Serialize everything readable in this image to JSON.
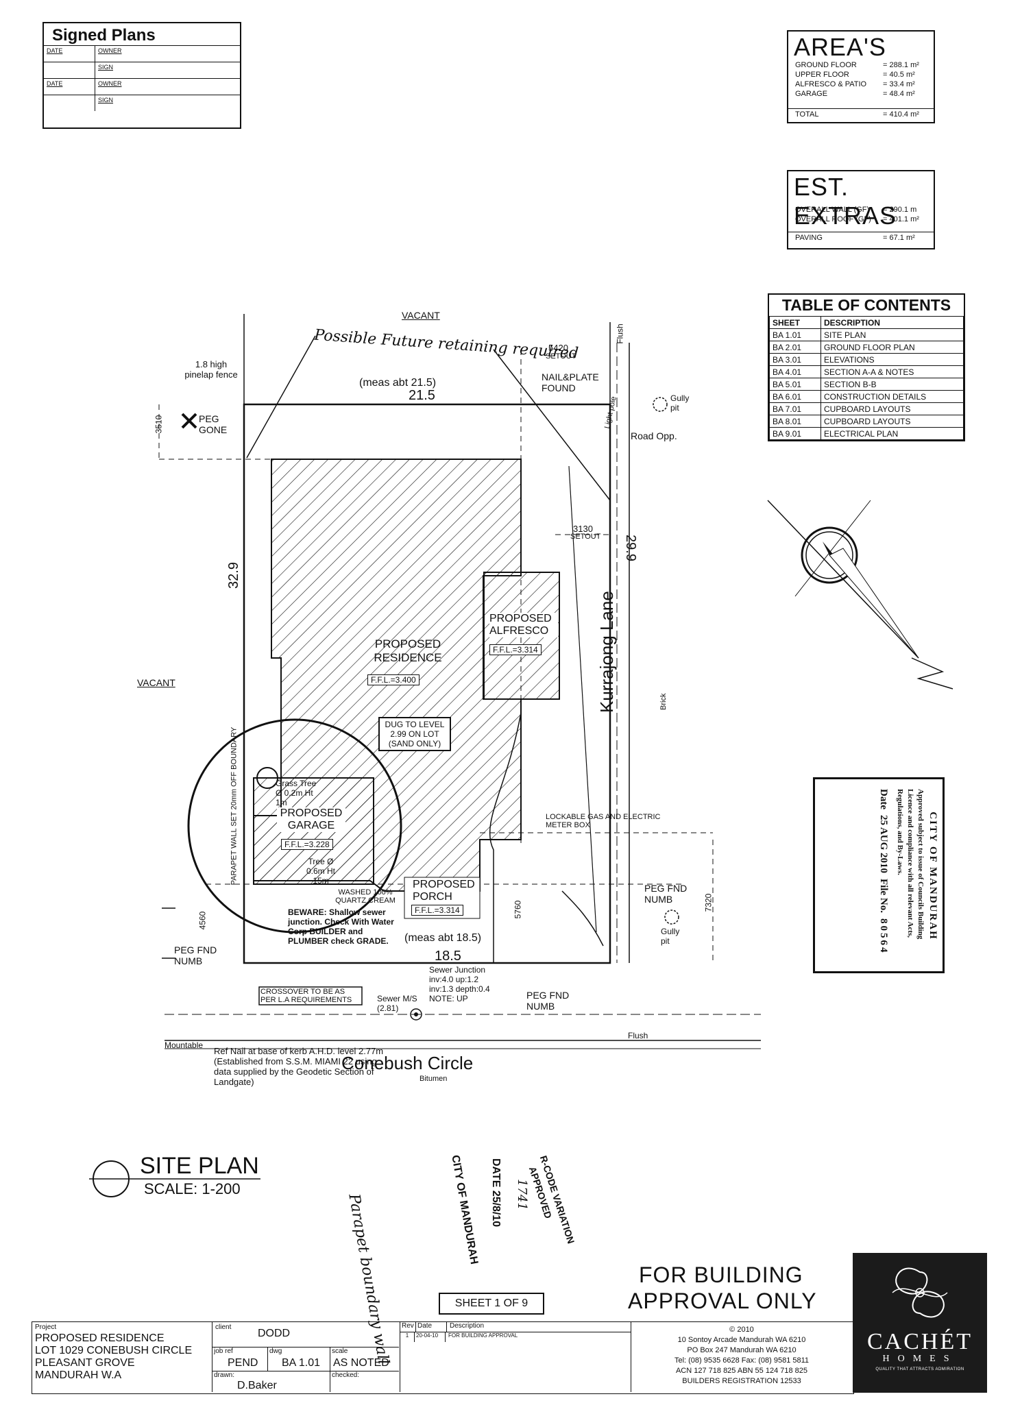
{
  "signed_plans": {
    "title": "Signed Plans",
    "rows": [
      {
        "left": "DATE",
        "right": "OWNER"
      },
      {
        "left": "",
        "right": "SIGN"
      },
      {
        "left": "DATE",
        "right": "OWNER"
      },
      {
        "left": "",
        "right": "SIGN"
      }
    ]
  },
  "areas": {
    "title": "AREA'S",
    "items": [
      {
        "label": "GROUND FLOOR",
        "value": "= 288.1 m²"
      },
      {
        "label": "UPPER FLOOR",
        "value": "= 40.5 m²"
      },
      {
        "label": "ALFRESCO & PATIO",
        "value": "= 33.4 m²"
      },
      {
        "label": "GARAGE",
        "value": "= 48.4 m²"
      }
    ],
    "total_label": "TOTAL",
    "total_value": "= 410.4 m²"
  },
  "extras": {
    "title": "EST. EXTRAS",
    "items": [
      {
        "label": "OVERALL WALL (GF)",
        "value": "= 290.1 m"
      },
      {
        "label": "OVERALL ROOF (GF)",
        "value": "= 401.1 m²"
      },
      {
        "label": "PAVING",
        "value": "= 67.1 m²"
      }
    ]
  },
  "toc": {
    "title": "TABLE OF CONTENTS",
    "col_sheet": "SHEET",
    "col_desc": "DESCRIPTION",
    "rows": [
      {
        "sheet": "BA 1.01",
        "desc": "SITE PLAN"
      },
      {
        "sheet": "BA 2.01",
        "desc": "GROUND FLOOR PLAN"
      },
      {
        "sheet": "BA 3.01",
        "desc": "ELEVATIONS"
      },
      {
        "sheet": "BA 4.01",
        "desc": "SECTION A-A & NOTES"
      },
      {
        "sheet": "BA 5.01",
        "desc": "SECTION B-B"
      },
      {
        "sheet": "BA 6.01",
        "desc": "CONSTRUCTION DETAILS"
      },
      {
        "sheet": "BA 7.01",
        "desc": "CUPBOARD LAYOUTS"
      },
      {
        "sheet": "BA 8.01",
        "desc": "CUPBOARD LAYOUTS"
      },
      {
        "sheet": "BA 9.01",
        "desc": "ELECTRICAL PLAN"
      }
    ]
  },
  "plan": {
    "vacant_top": "VACANT",
    "vacant_left": "VACANT",
    "fence": "1.8 high pinelap fence",
    "meas_top": "(meas abt 21.5)",
    "dim_top": "21.5",
    "dim_left": "32.9",
    "dim_right": "29.9",
    "dim_bottom": "18.5",
    "meas_bottom": "(meas abt 18.5)",
    "setout_5420": "5420",
    "setout_3130": "3130",
    "setout_3510": "3510",
    "setout_4560": "4560",
    "setout_5760": "5760",
    "setout_7320": "7320",
    "setout_label": "SETOUT",
    "nail_plate": "NAIL&PLATE FOUND",
    "peg_gone": "PEG GONE",
    "gully": "Gully pit",
    "road_opp": "Road Opp.",
    "flush": "Flush",
    "light_pole": "Light pole",
    "residence": "PROPOSED RESIDENCE",
    "residence_ffl": "F.F.L.=3.400",
    "alfresco": "PROPOSED ALFRESCO",
    "alfresco_ffl": "F.F.L.=3.314",
    "dug": "DUG TO LEVEL 2.99 ON LOT (SAND ONLY)",
    "garage": "PROPOSED GARAGE",
    "garage_ffl": "F.F.L.=3.228",
    "porch": "PROPOSED PORCH",
    "porch_ffl": "F.F.L.=3.314",
    "grass_tree": "Grass Tree Ø 0.2m Ht 1m",
    "tree": "Tree Ø 0.6m Ht 15m",
    "quartz": "WASHED 100% QUARTZ CREAM",
    "beware": "BEWARE: Shallow sewer junction. Check With Water Corp BUILDER and PLUMBER check GRADE.",
    "parapet": "PARAPET WALL SET 20mm OFF BOUNDARY",
    "lockable": "LOCKABLE GAS AND ELECTRIC METER BOX",
    "crossover": "CROSSOVER TO BE AS PER L.A REQUIREMENTS",
    "sewer_ms": "Sewer M/S (2.81)",
    "sewer_junction": "Sewer Junction inv:4.0 up:1.2 inv:1.3 depth:0.4 NOTE: UP",
    "peg_fnd": "PEG FND NUMB",
    "mountable": "Mountable",
    "street": "Conebush Circle",
    "bitumen": "Bitumen",
    "lane": "Kurrajong Lane",
    "brick": "Brick",
    "ref_nail": "Ref Nail at base of kerb A.H.D. level 2.77m (Established from S.S.M. MIAMI 22 using data supplied by the Geodetic Section of Landgate)",
    "handwritten_top": "Possible Future retaining required",
    "handwritten_bottom": "Parapet boundary wall"
  },
  "council_stamp": {
    "title": "CITY OF MANDURAH",
    "text": "Approved subject to issue of Councils Building Licence and compliance with all relevant Acts, Regulations, and By-Laws.",
    "date_label": "Date",
    "date_value": "25 AUG 2010",
    "file_label": "File No.",
    "file_value": "80564"
  },
  "site_plan": {
    "title": "SITE PLAN",
    "scale": "SCALE: 1-200"
  },
  "sheet": {
    "label": "SHEET 1 OF 9"
  },
  "approval": {
    "line1": "FOR BUILDING",
    "line2": "APPROVAL ONLY"
  },
  "title_block": {
    "project_label": "Project",
    "project_lines": [
      "PROPOSED RESIDENCE",
      "LOT 1029 CONEBUSH CIRCLE",
      "PLEASANT GROVE",
      "MANDURAH W.A"
    ],
    "client_label": "client",
    "client": "DODD",
    "job_ref_label": "job ref",
    "job_ref": "PEND",
    "dwg_label": "dwg",
    "dwg": "BA 1.01",
    "scale_label": "scale",
    "scale": "AS NOTED",
    "drawn_label": "drawn:",
    "drawn": "D.Baker",
    "checked_label": "checked:",
    "rev_label": "Rev",
    "date_label": "Date",
    "desc_label": "Description",
    "rev": "1",
    "rev_date": "20-04-10",
    "rev_desc": "FOR BUILDING APPROVAL",
    "company_lines": [
      "© 2010",
      "10 Sontoy Arcade Mandurah WA 6210",
      "PO Box 247 Mandurah WA 6210",
      "Tel: (08) 9535 6628   Fax: (08) 9581 5811",
      "ACN  127 718 825   ABN 55 124 718 825",
      "BUILDERS REGISTRATION 12533"
    ]
  },
  "logo": {
    "name": "CACHÉT",
    "sub": "HOMES",
    "tagline": "QUALITY THAT ATTRACTS ADMIRATION"
  },
  "rcode_stamp": {
    "line1": "R-CODE VARIATION",
    "line2": "APPROVED",
    "city": "CITY OF MANDURAH",
    "date": "DATE 25/8/10",
    "num": "1741"
  }
}
